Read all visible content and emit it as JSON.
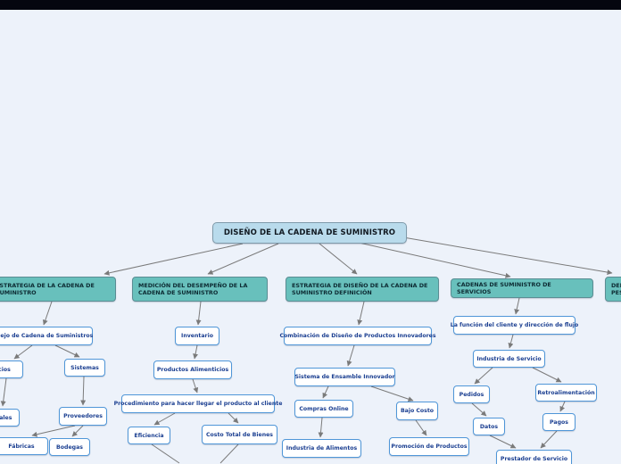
{
  "colors": {
    "background": "#edf2fa",
    "topbar": "#05060f",
    "root_fill": "#b9dbec",
    "branch_fill": "#68c0bc",
    "leaf_border": "#4f96d8",
    "leaf_text": "#1b3f91",
    "connector": "#7a7a7a"
  },
  "map": {
    "root": {
      "label": "DISEÑO DE LA CADENA DE SUMINISTRO"
    },
    "branches": [
      {
        "label": "ESTRATEGIA DE LA CADENA DE SUMINISTRO",
        "children": [
          "Manejo de Cadena de Suministros",
          "Servicios",
          "Sistemas",
          "Proveedores",
          "Materiales",
          "Fábricas",
          "Bodegas"
        ]
      },
      {
        "label": "MEDICIÓN DEL DESEMPEÑO DE LA CADENA DE SUMINISTRO",
        "children": [
          "Inventario",
          "Productos Alimenticios",
          "Procedimiento para hacer llegar el producto al cliente",
          "Eficiencia",
          "Costo Total de Bienes"
        ]
      },
      {
        "label": "ESTRATEGIA DE DISEÑO DE LA CADENA DE SUMINISTRO  DEFINICIÓN",
        "children": [
          "Combinación de Diseño de Productos Innovadores",
          "Sistema de Ensamble Innovador",
          "Compras Online",
          "Bajo Costo",
          "Industria de Alimentos",
          "Promoción de Productos"
        ]
      },
      {
        "label": "CADENAS DE SUMINISTRO DE SERVICIOS",
        "children": [
          "La función del cliente y dirección de flujo",
          "Industria de Servicio",
          "Pedidos",
          "Retroalimentación",
          "Datos",
          "Pagos",
          "Prestador de Servicio"
        ]
      },
      {
        "label": "DEN PES",
        "children": []
      }
    ]
  }
}
